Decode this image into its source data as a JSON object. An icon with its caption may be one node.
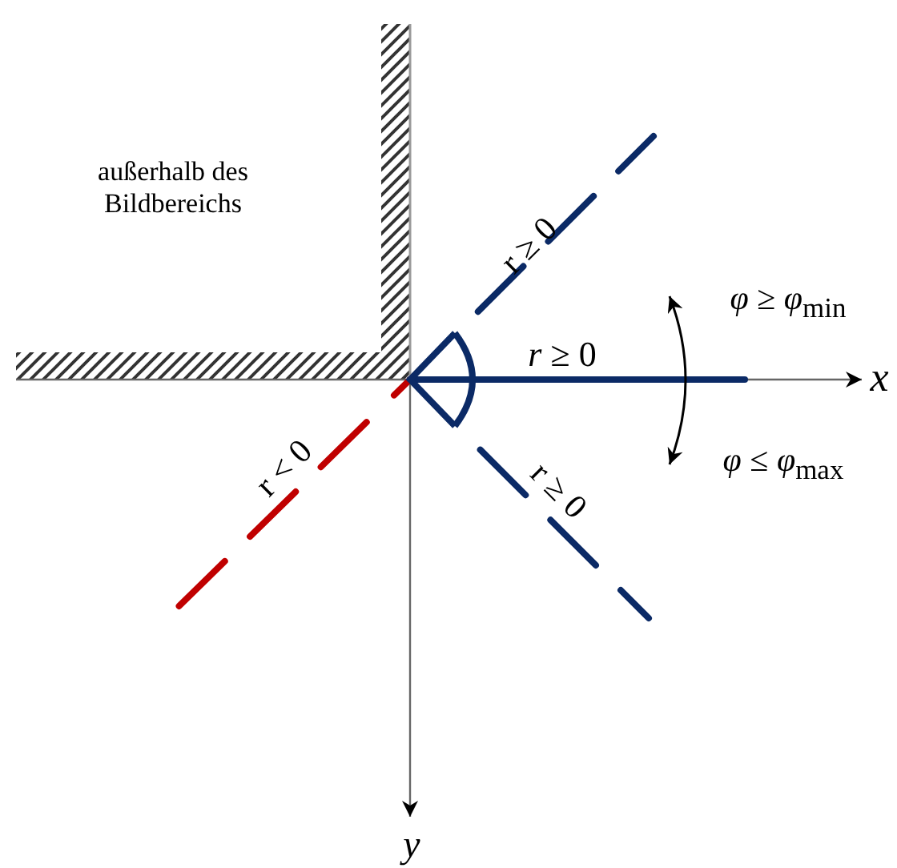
{
  "diagram": {
    "labels": [
      "außerhalb des Bildbereichs",
      "r ≥ 0",
      "*r* ≥ 0",
      "*φ* ≥ *φ*$_{min}$",
      "*φ* ≤ *φ*$_{max}$",
      "x",
      "r < 0",
      "r ≥ 0",
      "y"
    ]
  }
}
